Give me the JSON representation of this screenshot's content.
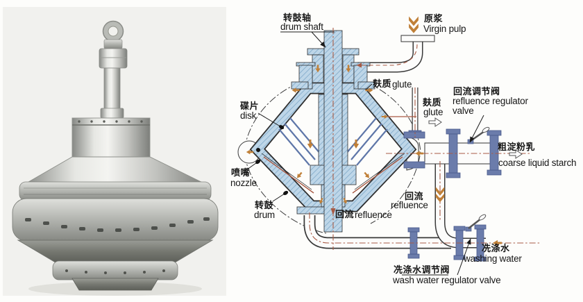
{
  "figure": {
    "photo": {
      "description": "disc nozzle separator drum, metallic, with lifting eye and shaft"
    },
    "diagram": {
      "labels": {
        "drum_shaft": {
          "zh": "转鼓轴",
          "en": "drum shaft"
        },
        "virgin_pulp": {
          "zh": "原浆",
          "en": "Virgin pulp"
        },
        "glute_upper": {
          "zh": "麸质",
          "en": "glute"
        },
        "glute_side": {
          "zh": "麸质",
          "en": "glute"
        },
        "disk": {
          "zh": "碟片",
          "en": "disk"
        },
        "nozzle": {
          "zh": "喷嘴",
          "en": "nozzle"
        },
        "drum": {
          "zh": "转鼓",
          "en": "drum"
        },
        "reflux_valve": {
          "zh": "回流调节阀",
          "en1": "refluence regulator",
          "en2": "valve"
        },
        "coarse_starch": {
          "zh": "粗淀粉乳",
          "en": "coarse liquid starch"
        },
        "reflux_bottom": {
          "zh": "回流",
          "en": "refluence"
        },
        "reflux_pipe": {
          "zh": "回流",
          "en": "refluence"
        },
        "wash_valve": {
          "zh": "冼涤水调节阀",
          "en": "wash water regulator valve"
        },
        "washing_water": {
          "zh": "冼涤水",
          "en": "washing water"
        }
      },
      "colors": {
        "hatch_fill": "#bed6e8",
        "hatch_line": "#7fa9c9",
        "flange": "#6b7cab",
        "flow_arrow": "#c08038",
        "centerline": "#a85a44",
        "outline": "#2e2e2e"
      }
    }
  }
}
